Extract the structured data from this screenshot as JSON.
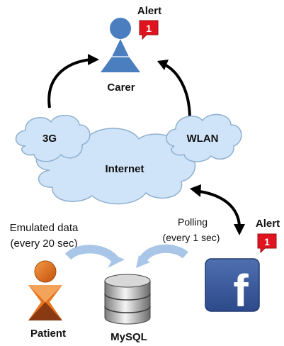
{
  "labels": {
    "alert_top": "Alert",
    "alert_top_count": "1",
    "carer": "Carer",
    "net_3g": "3G",
    "net_wlan": "WLAN",
    "internet": "Internet",
    "polling_line1": "Polling",
    "polling_line2": "(every 1 sec)",
    "emulated_line1": "Emulated data",
    "emulated_line2": "(every 20 sec)",
    "alert_side": "Alert",
    "alert_side_count": "1",
    "facebook_letter": "f",
    "patient": "Patient",
    "mysql": "MySQL"
  },
  "colors": {
    "carer": "#4a7ebf",
    "cloud_fill": "#cfe4f8",
    "cloud_stroke": "#8fb0d0",
    "alert_red": "#e0141e",
    "facebook_blue": "#3b5998",
    "patient_orange": "#e8731c",
    "patient_brown": "#8a3a12",
    "arrow_light": "#a9c6e8"
  },
  "icons": [
    "person-icon",
    "alert-badge-icon",
    "cloud-icon",
    "facebook-icon",
    "database-icon"
  ]
}
